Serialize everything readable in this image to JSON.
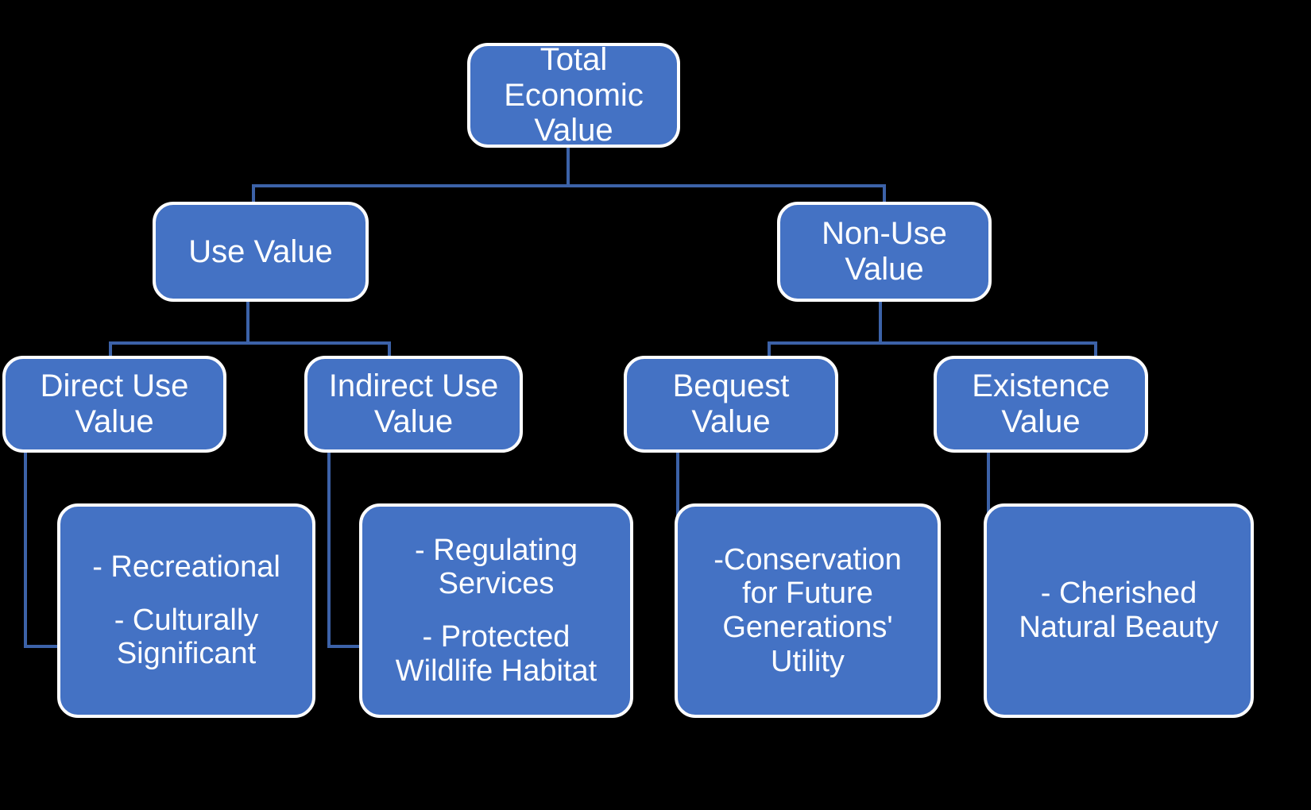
{
  "diagram": {
    "title_node": "Total Economic Value",
    "background_color": "#000000",
    "node_fill_color": "#4472C4",
    "node_border_color": "#FFFFFF",
    "connector_color": "#3C62A8",
    "text_color": "#FFFFFF",
    "type": "hierarchy-tree"
  },
  "nodes": {
    "root": {
      "line1": "Total",
      "line2": "Economic",
      "line3": "Value"
    },
    "use_value": {
      "line1": "Use Value"
    },
    "non_use_value": {
      "line1": "Non-Use",
      "line2": "Value"
    },
    "direct_use_value": {
      "line1": "Direct Use",
      "line2": "Value"
    },
    "indirect_use_value": {
      "line1": "Indirect Use",
      "line2": "Value"
    },
    "bequest_value": {
      "line1": "Bequest",
      "line2": "Value"
    },
    "existence_value": {
      "line1": "Existence",
      "line2": "Value"
    },
    "direct_use_items": {
      "item1": "- Recreational",
      "item2_line1": "- Culturally",
      "item2_line2": "Significant"
    },
    "indirect_use_items": {
      "item1_line1": "- Regulating",
      "item1_line2": "Services",
      "item2_line1": "- Protected",
      "item2_line2": "Wildlife Habitat"
    },
    "bequest_items": {
      "item1_line1": "-Conservation",
      "item1_line2": "for Future",
      "item1_line3": "Generations'",
      "item1_line4": "Utility"
    },
    "existence_items": {
      "item1_line1": "- Cherished",
      "item1_line2": "Natural Beauty"
    }
  }
}
